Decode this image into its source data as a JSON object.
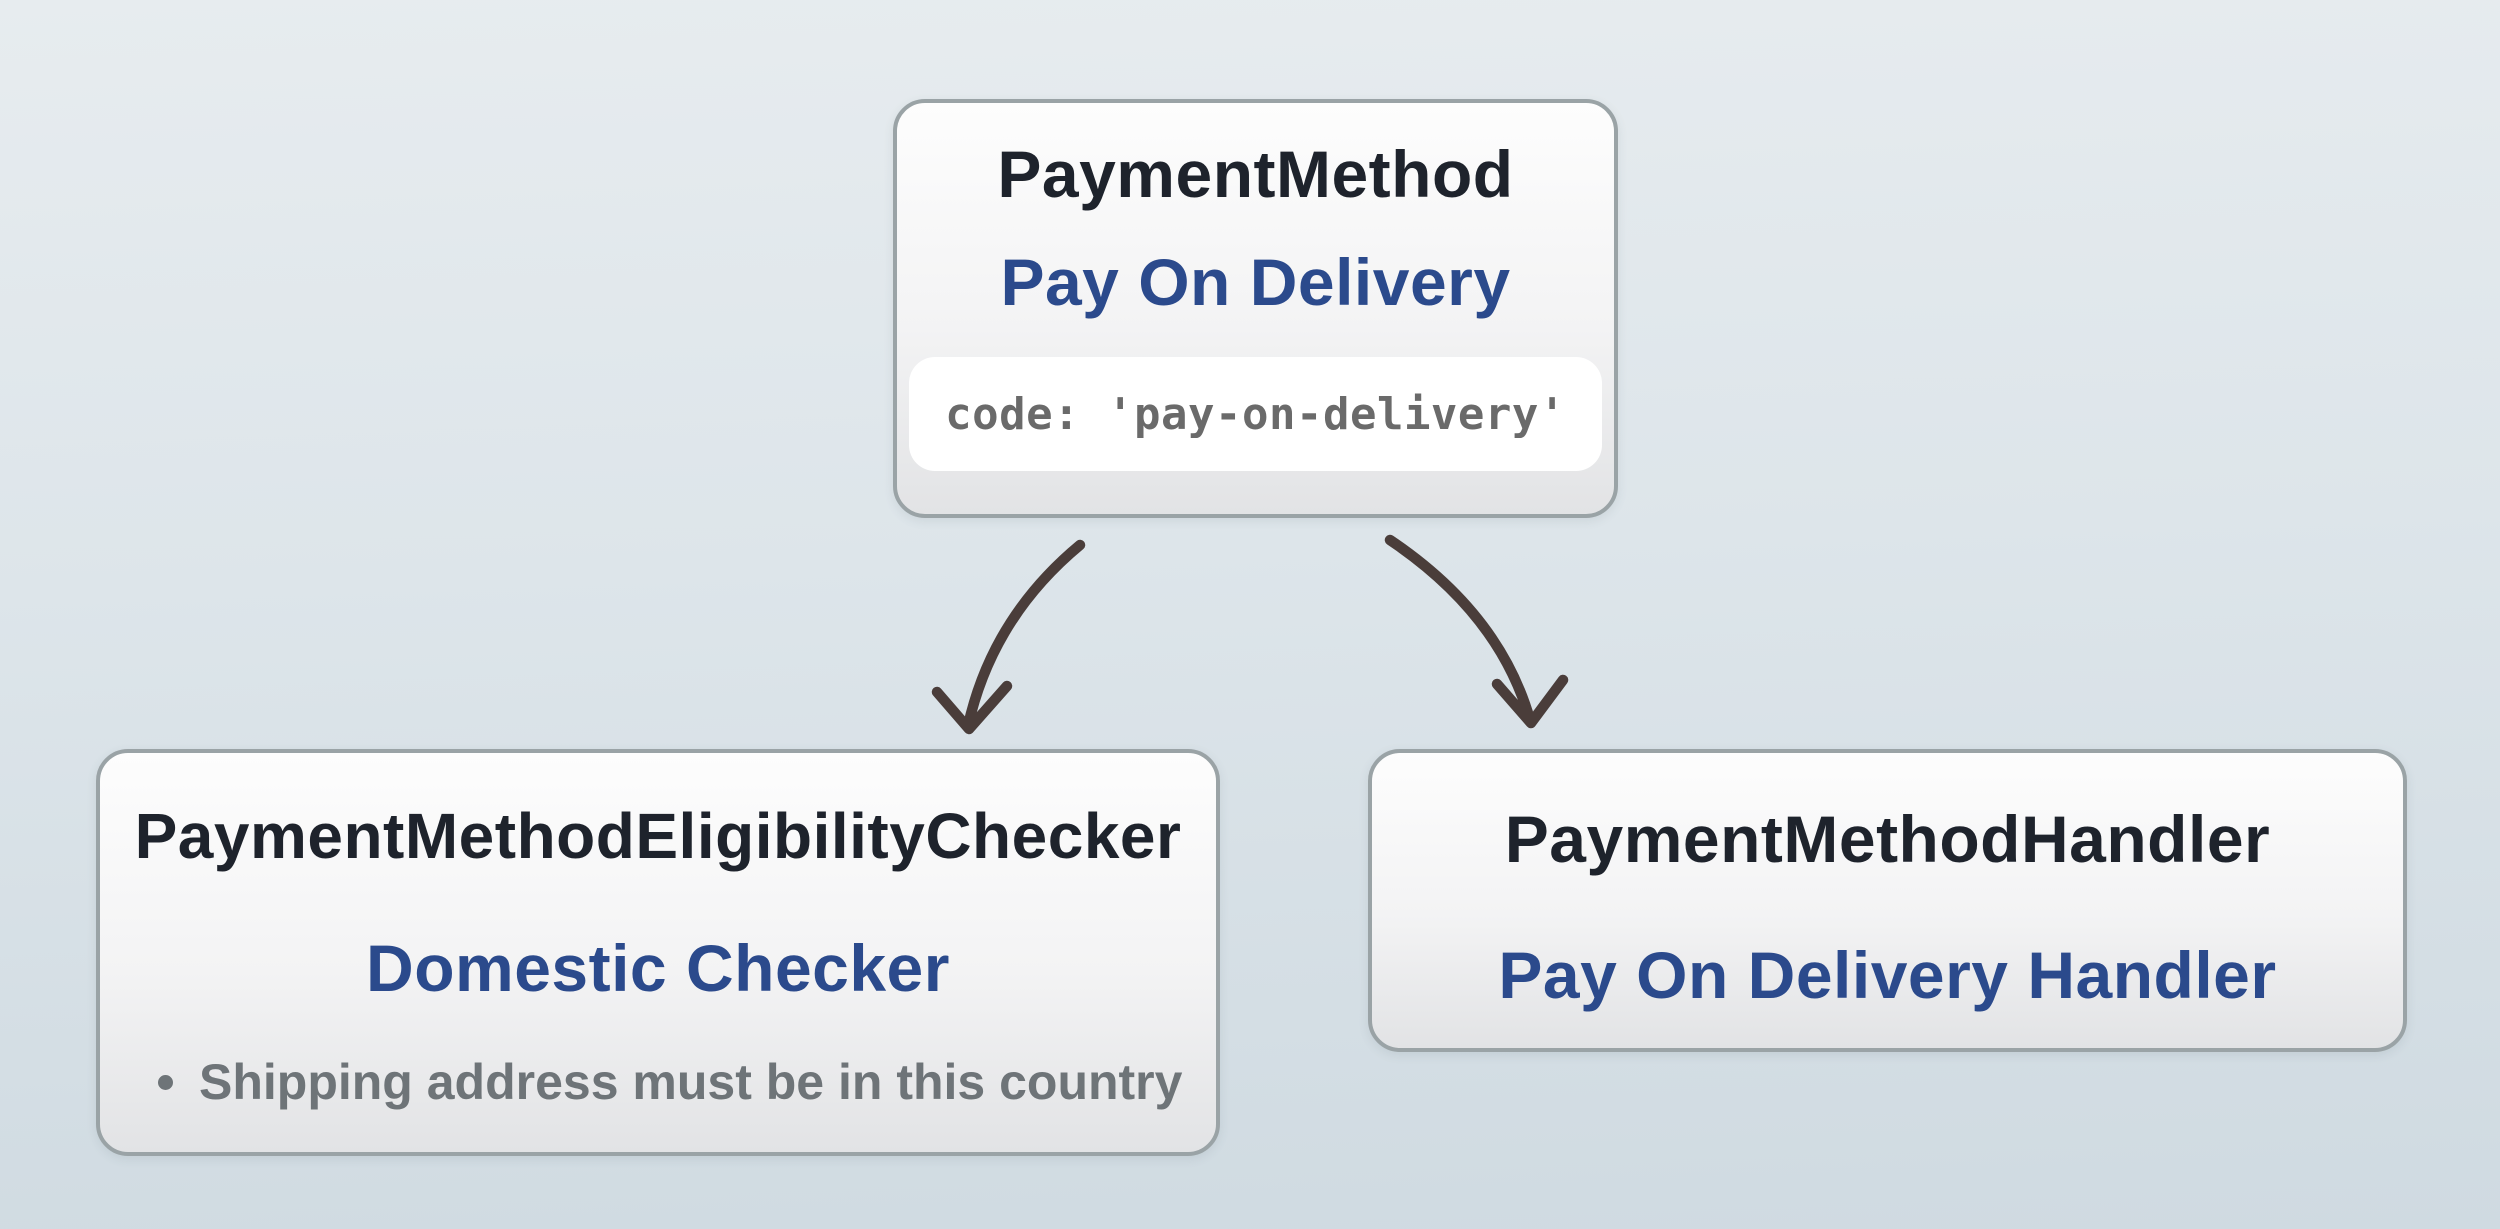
{
  "diagram": {
    "nodes": {
      "payment_method": {
        "type_label": "PaymentMethod",
        "name_label": "Pay On Delivery",
        "code_snippet": "code: 'pay-on-delivery'"
      },
      "eligibility_checker": {
        "type_label": "PaymentMethodEligibilityChecker",
        "name_label": "Domestic Checker",
        "rules": [
          "Shipping address must be in this country"
        ]
      },
      "handler": {
        "type_label": "PaymentMethodHandler",
        "name_label": "Pay On Delivery Handler"
      }
    },
    "edges": [
      {
        "from": "payment_method",
        "to": "eligibility_checker"
      },
      {
        "from": "payment_method",
        "to": "handler"
      }
    ],
    "colors": {
      "background_top": "#e7ecef",
      "background_bottom": "#cfdae1",
      "node_border": "#9aa3a6",
      "node_fill_top": "#fdfdfd",
      "node_fill_bottom": "#e2e3e5",
      "title_text": "#1e232c",
      "accent_blue": "#2b4a8c",
      "muted_gray": "#6e7478",
      "code_gray": "#6a6a6a",
      "code_pill_bg": "#ffffff",
      "arrow": "#4a3d3a"
    }
  }
}
